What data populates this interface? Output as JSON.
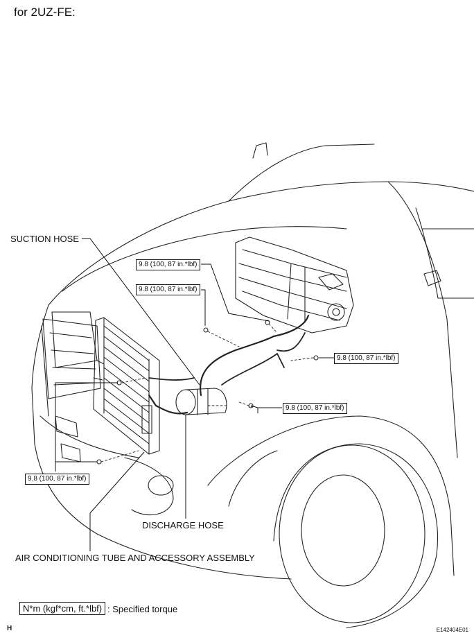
{
  "heading": "for 2UZ-FE:",
  "labels": {
    "suction_hose": "SUCTION HOSE",
    "discharge_hose": "DISCHARGE HOSE",
    "ac_tube_assembly": "AIR CONDITIONING TUBE AND ACCESSORY ASSEMBLY"
  },
  "torque": {
    "upper_1": "9.8 (100, 87 in.*lbf)",
    "upper_2": "9.8 (100, 87 in.*lbf)",
    "right_mid": "9.8 (100, 87 in.*lbf)",
    "center_right": "9.8 (100, 87 in.*lbf)",
    "left_lower": "9.8 (100, 87 in.*lbf)"
  },
  "legend": {
    "symbol": "N*m (kgf*cm, ft.*lbf)",
    "text": ": Specified torque"
  },
  "footer": {
    "left_code": "H",
    "figure_id": "E142404E01"
  }
}
